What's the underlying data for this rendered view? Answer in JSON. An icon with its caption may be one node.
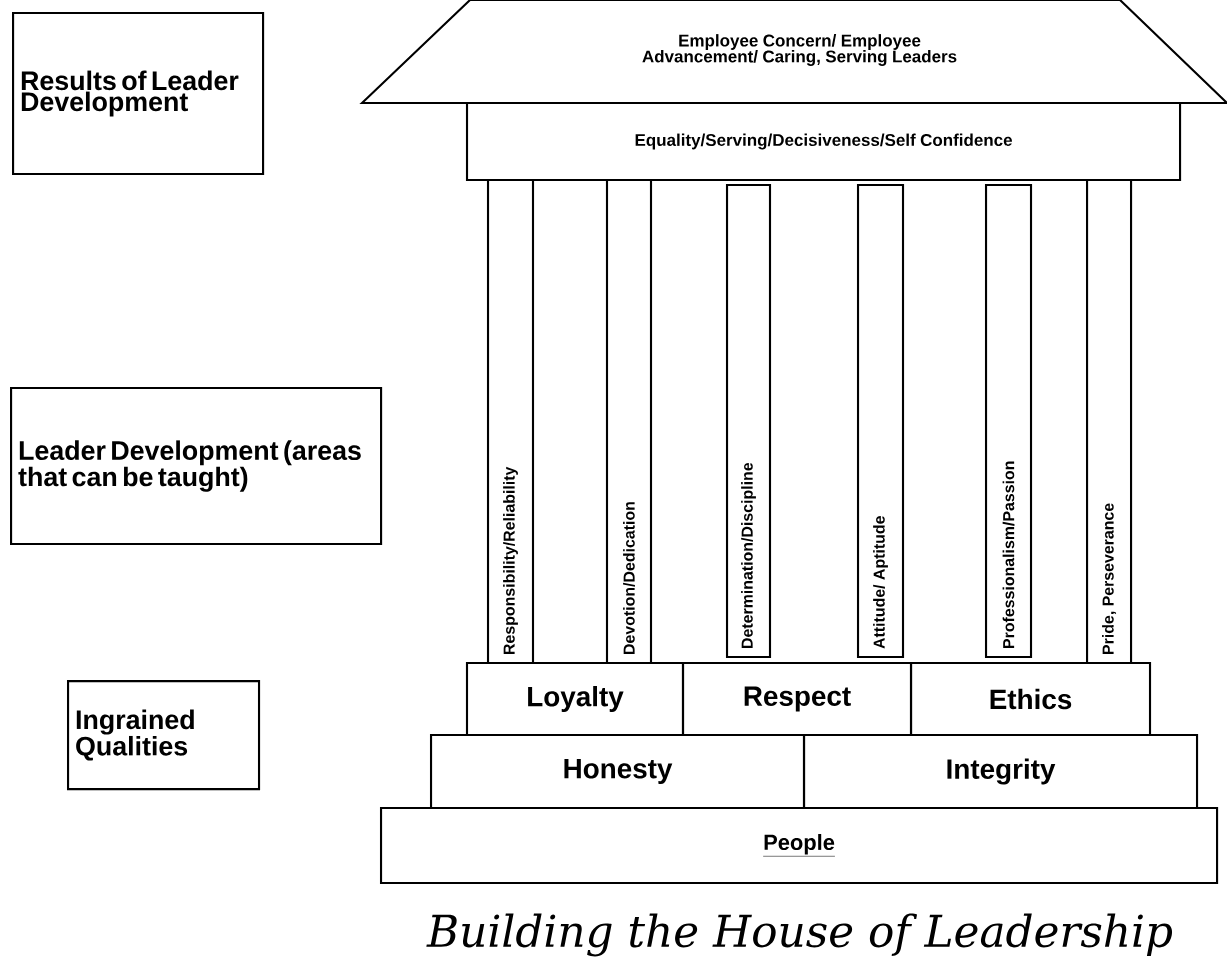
{
  "diagram": {
    "caption": "Building the House of Leadership",
    "nodes": [
      {
        "text": [
          "Results of Leader Development"
        ]
      },
      {
        "text": [
          "Leader Development (areas that can be taught)"
        ]
      },
      {
        "text": [
          "Ingrained Qualities"
        ]
      },
      {
        "text": [
          "Employee Concern/ Employee Advancement/ Caring, Serving Leaders"
        ]
      },
      {
        "text": [
          "Equality/Serving/Decisiveness/Self Confidence"
        ]
      },
      {
        "text": [
          "Responsibility/Reliability"
        ]
      },
      {
        "text": [
          "Devotion/Dedication"
        ]
      },
      {
        "text": [
          "Determination/Discipline"
        ]
      },
      {
        "text": [
          "Attitude/ Aptitude"
        ]
      },
      {
        "text": [
          "Professionalism/Passion"
        ]
      },
      {
        "text": [
          "Pride, Perseverance"
        ]
      },
      {
        "text": [
          "Loyalty"
        ]
      },
      {
        "text": [
          "Respect"
        ]
      },
      {
        "text": [
          "Ethics"
        ]
      },
      {
        "text": [
          "Honesty"
        ]
      },
      {
        "text": [
          "Integrity"
        ]
      },
      {
        "text": [
          "**People**"
        ]
      }
    ]
  }
}
